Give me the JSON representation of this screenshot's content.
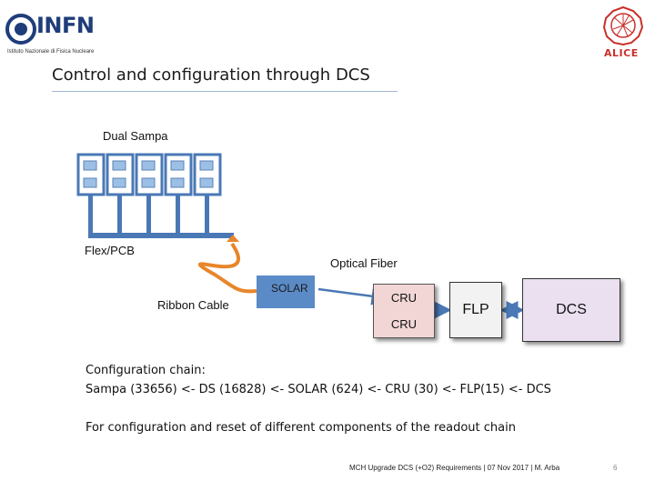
{
  "title": "Control and configuration through DCS",
  "logos": {
    "infn_name": "INFN",
    "infn_subtitle": "Istituto Nazionale di Fisica Nucleare",
    "alice_name": "ALICE"
  },
  "diagram": {
    "dual_sampa_label": "Dual Sampa",
    "flex_pcb_label": "Flex/PCB",
    "optical_fiber_label": "Optical Fiber",
    "solar_label": "SOLAR",
    "ribbon_cable_label": "Ribbon Cable",
    "cru_top_label": "CRU",
    "cru_bottom_label": "CRU",
    "flp_label": "FLP",
    "dcs_label": "DCS",
    "colors": {
      "board_blue": "#4a78b5",
      "chip_fill": "#9cbfe6",
      "ribbon_orange": "#e8862a",
      "solar_fill": "#5b8bc7",
      "cru_fill": "#f2d6d6",
      "flp_fill": "#f2f2f2",
      "dcs_fill": "#eae0f0",
      "arrow": "#4a78b5"
    }
  },
  "text": {
    "chain_heading": "Configuration chain:",
    "chain_line": "Sampa (33656)  <- DS (16828) <- SOLAR (624) <- CRU (30) <- FLP(15) <- DCS",
    "purpose": "For configuration and reset of different components of the readout chain"
  },
  "footer": {
    "text": "MCH Upgrade DCS (+O2) Requirements | 07 Nov 2017  | M. Arba",
    "page": "6"
  }
}
